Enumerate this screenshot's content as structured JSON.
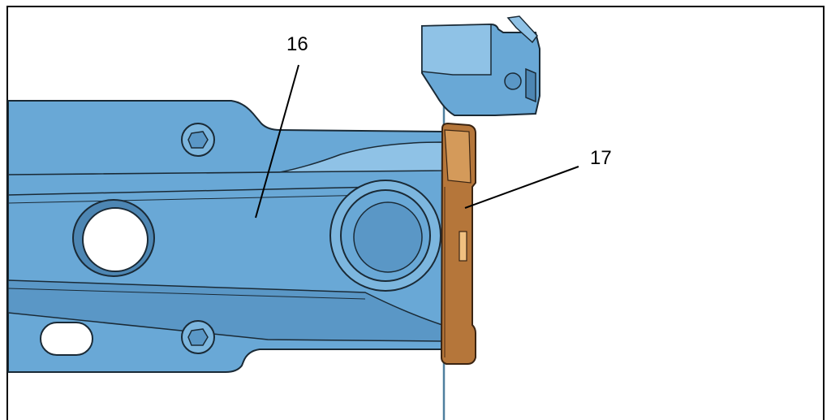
{
  "diagram": {
    "callouts": [
      {
        "label": "16",
        "part": "arm"
      },
      {
        "label": "17",
        "part": "bracket"
      }
    ]
  },
  "colors": {
    "arm_blue": "#69a8d6",
    "arm_light": "#8fc2e6",
    "arm_dark": "#4d86b3",
    "outline": "#1a2a36",
    "bracket_orange": "#b5763a",
    "bracket_light": "#d49a5a",
    "frame": "#000000"
  }
}
